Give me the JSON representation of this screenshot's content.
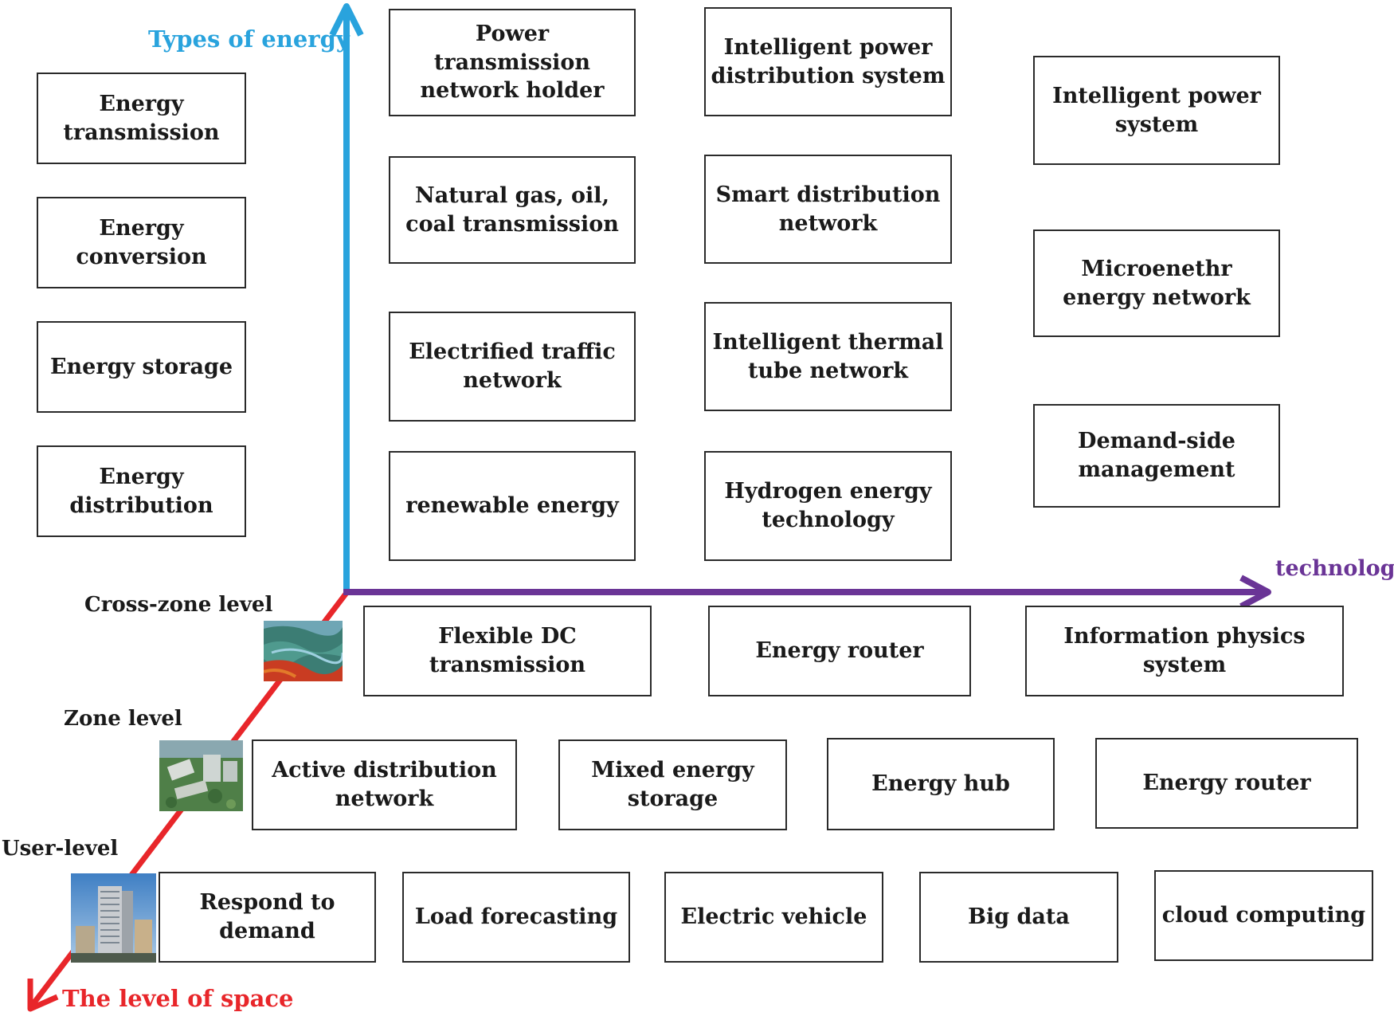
{
  "axes": {
    "vertical": {
      "label": "Types of energy",
      "color": "#29a3dd"
    },
    "horizontal": {
      "label": "technology",
      "color": "#6a3496"
    },
    "diagonal": {
      "label": "The level of space",
      "color": "#e8262a"
    }
  },
  "energy_types": [
    "Energy transmission",
    "Energy conversion",
    "Energy storage",
    "Energy distribution"
  ],
  "technology_grid": {
    "column_1": [
      "Power transmission network holder",
      "Natural gas, oil, coal transmission",
      "Electrified traffic network",
      "renewable energy"
    ],
    "column_2": [
      "Intelligent power distribution system",
      "Smart distribution network",
      "Intelligent thermal tube network",
      "Hydrogen energy technology"
    ],
    "column_3": [
      "Intelligent power system",
      "Microenethr energy network",
      "Demand-side management"
    ]
  },
  "space_levels": {
    "cross_zone": {
      "label": "Cross-zone level",
      "image_icon": "landscape-image",
      "items": [
        "Flexible DC transmission",
        "Energy router",
        "Information physics system"
      ]
    },
    "zone": {
      "label": "Zone level",
      "image_icon": "district-image",
      "items": [
        "Active distribution network",
        "Mixed energy storage",
        "Energy hub",
        "Energy router"
      ]
    },
    "user": {
      "label": "User-level",
      "image_icon": "building-image",
      "items": [
        "Respond to demand",
        "Load forecasting",
        "Electric vehicle",
        "Big data",
        "cloud computing"
      ]
    }
  }
}
